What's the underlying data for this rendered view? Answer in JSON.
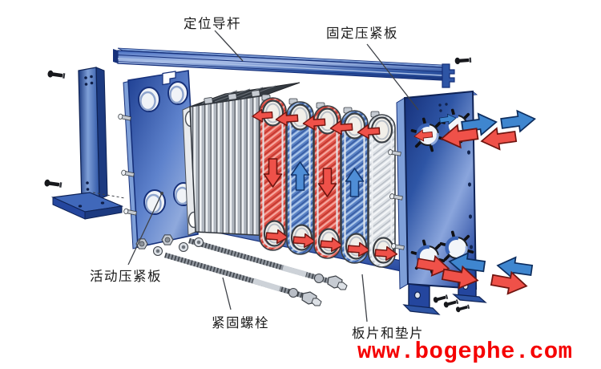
{
  "diagram": {
    "subject": "plate-heat-exchanger-exploded-view",
    "labels": {
      "guide_rod": "定位导杆",
      "fixed_pressure_plate": "固定压紧板",
      "movable_pressure_plate": "活动压紧板",
      "fastening_bolts": "紧固螺栓",
      "plates_and_gaskets": "板片和垫片"
    },
    "watermark": "www.bogephe.com",
    "colors": {
      "frame_blue": "#2e55a5",
      "frame_blue_dark": "#16307a",
      "frame_blue_light": "#8aa5dc",
      "hot_red": "#ef5149",
      "cold_blue": "#3f86cf",
      "plate_red_fill": "#e2544a",
      "plate_blue_fill": "#567fc3",
      "steel_gray": "#c6cbd2",
      "outline_dark": "#3a3f45",
      "watermark_red": "#f50000",
      "label_text": "#1b1b1b"
    },
    "flow_arrows": {
      "hot_inlet_top": {
        "color": "#ef5149",
        "direction": "left"
      },
      "cold_outlet_top": {
        "color": "#3f86cf",
        "direction": "right"
      },
      "hot_outlet_bottom": {
        "color": "#ef5149",
        "direction": "right"
      },
      "cold_inlet_bottom": {
        "color": "#3f86cf",
        "direction": "left"
      }
    },
    "plate_sequence": [
      "red",
      "blue",
      "red",
      "blue",
      "gray"
    ]
  }
}
